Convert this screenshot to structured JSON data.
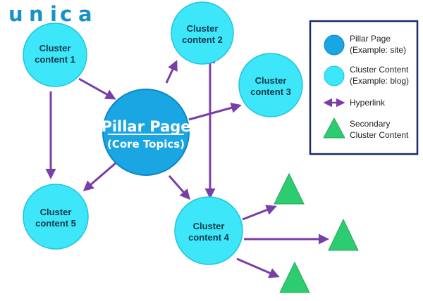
{
  "logo": {
    "text": "unica",
    "letters": [
      "u",
      "n",
      "i",
      "c",
      "a"
    ],
    "dot_color": "#1fb6e8",
    "text_color": "#1791c7"
  },
  "colors": {
    "cluster_fill": "#3ee6f9",
    "cluster_stroke": "#21c4dc",
    "pillar_fill": "#1aa6e2",
    "pillar_stroke": "#0f86c6",
    "arrow": "#7a3ea8",
    "triangle": "#2ecc71",
    "legend_border": "#1a2a6c"
  },
  "nodes": {
    "pillar": {
      "title": "Pillar Page",
      "subtitle": "(Core Topics)"
    },
    "cluster_1": {
      "line1": "Cluster",
      "line2": "content 1"
    },
    "cluster_2": {
      "line1": "Cluster",
      "line2": "content 2"
    },
    "cluster_3": {
      "line1": "Cluster",
      "line2": "content 3"
    },
    "cluster_4": {
      "line1": "Cluster",
      "line2": "content 4"
    },
    "cluster_5": {
      "line1": "Cluster",
      "line2": "content 5"
    }
  },
  "legend": {
    "pillar_line1": "Pillar Page",
    "pillar_line2": "(Example: site)",
    "cluster_line1": "Cluster Content",
    "cluster_line2": "(Example: blog)",
    "hyperlink": "Hyperlink",
    "secondary_line1": "Secondary",
    "secondary_line2": "Cluster Content"
  }
}
